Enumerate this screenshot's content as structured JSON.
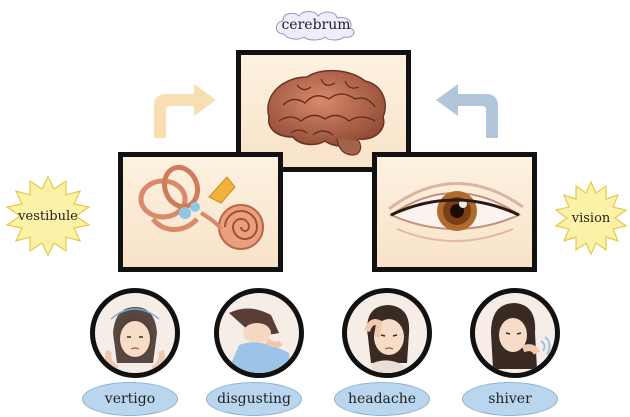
{
  "top_label": "cerebrum",
  "left_label": "vestibule",
  "right_label": "vision",
  "symptoms": [
    "vertigo",
    "disgusting",
    "headache",
    "shiver"
  ],
  "images": {
    "top": "brain",
    "left": "inner-ear",
    "right": "eye"
  },
  "colors": {
    "panel_border": "#111111",
    "pill_fill": "#b9d6ee",
    "star_fill": "#fbf2a8",
    "star_stroke": "#e5c94a",
    "cloud_fill": "#f1ecfb",
    "arrow_left": "#f6d9a6",
    "arrow_right": "#a9c0d6"
  }
}
